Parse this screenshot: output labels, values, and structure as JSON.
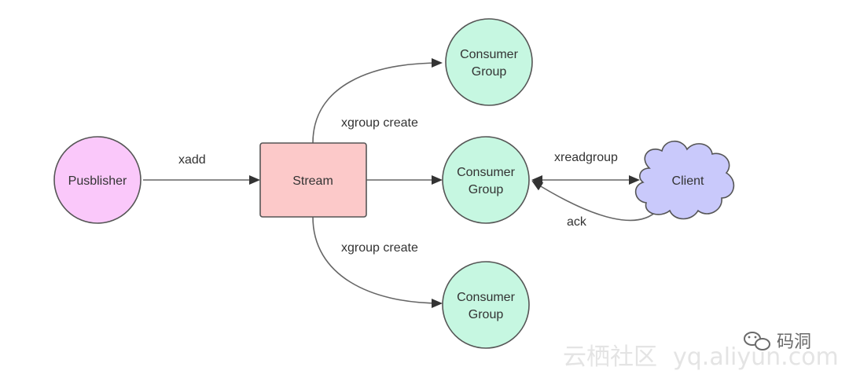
{
  "nodes": {
    "publisher": {
      "label": "Pusblisher",
      "color": "#fac8fa"
    },
    "stream": {
      "label": "Stream",
      "color": "#fcc9c9"
    },
    "consumer_group_top": {
      "line1": "Consumer",
      "line2": "Group",
      "color": "#c6f7e1"
    },
    "consumer_group_middle": {
      "line1": "Consumer",
      "line2": "Group",
      "color": "#c6f7e1"
    },
    "consumer_group_bottom": {
      "line1": "Consumer",
      "line2": "Group",
      "color": "#c6f7e1"
    },
    "client": {
      "label": "Client",
      "color": "#c9c9fb"
    }
  },
  "edges": {
    "xadd": "xadd",
    "xgroup_create_top": "xgroup create",
    "xgroup_create_bottom": "xgroup create",
    "xreadgroup": "xreadgroup",
    "ack": "ack"
  },
  "watermark": {
    "chinese": "云栖社区",
    "url": "yq.aliyun.com",
    "brand": "码洞"
  }
}
